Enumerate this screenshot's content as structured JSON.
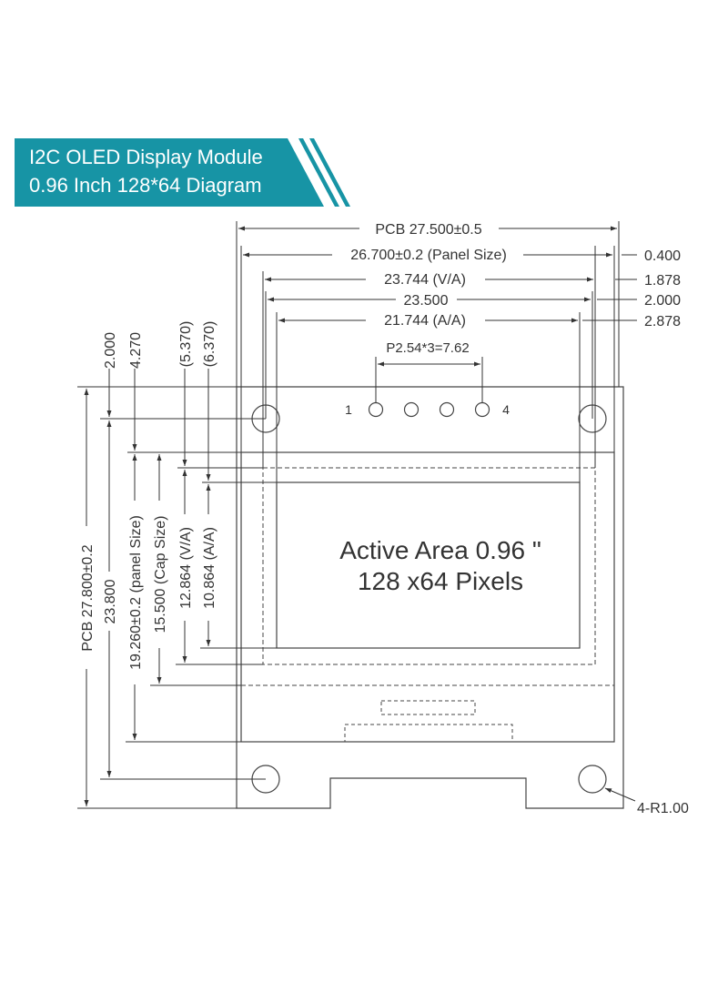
{
  "banner": {
    "line1": "I2C OLED Display Module",
    "line2": "0.96 Inch 128*64 Diagram",
    "color": "#1794a5"
  },
  "horizontal_dims": {
    "pcb_width": "PCB 27.500±0.5",
    "panel_size": "26.700±0.2 (Panel Size)",
    "va_width": "23.744 (V/A)",
    "cap_width": "23.500",
    "aa_width": "21.744 (A/A)",
    "offset_1": "0.400",
    "offset_2": "1.878",
    "offset_3": "2.000",
    "offset_4": "2.878",
    "pin_pitch": "P2.54*3=7.62"
  },
  "vertical_dims": {
    "top_2": "2.000",
    "top_4": "4.270",
    "top_5": "(5.370)",
    "top_6": "(6.370)",
    "pcb_height": "PCB 27.800±0.2",
    "hole_span": "23.800",
    "panel_height": "19.260±0.2 (panel Size)",
    "cap_height": "15.500 (Cap Size)",
    "va_height": "12.864 (V/A)",
    "aa_height": "10.864 (A/A)"
  },
  "pins": {
    "first": "1",
    "last": "4"
  },
  "active_area": {
    "line1": "Active Area 0.96 \"",
    "line2": "128 x64 Pixels"
  },
  "hole_radius": "4-R1.00"
}
